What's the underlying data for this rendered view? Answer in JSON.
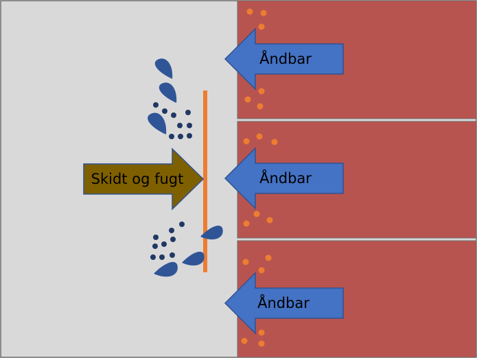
{
  "colors": {
    "wall_background": "#D9D9D9",
    "panel_fill": "#B85450",
    "panel_stroke": "#6B6B6B",
    "membrane": "#ED7D31",
    "orange_dot": "#ED7D31",
    "breathable_arrow_fill": "#4472C4",
    "breathable_arrow_stroke": "#2F528F",
    "dirt_arrow_fill": "#7F6000",
    "dirt_arrow_stroke": "#2F528F",
    "drop_fill": "#2F5597",
    "dirt_dot": "#203864",
    "label_text": "#000000"
  },
  "breathable_arrows": [
    {
      "label": "Åndbar"
    },
    {
      "label": "Åndbar"
    },
    {
      "label": "Åndbar"
    }
  ],
  "dirt_arrow": {
    "label": "Skidt og fugt"
  },
  "icons": {
    "drop": "water-drop-icon",
    "dot": "dirt-particle-icon"
  }
}
